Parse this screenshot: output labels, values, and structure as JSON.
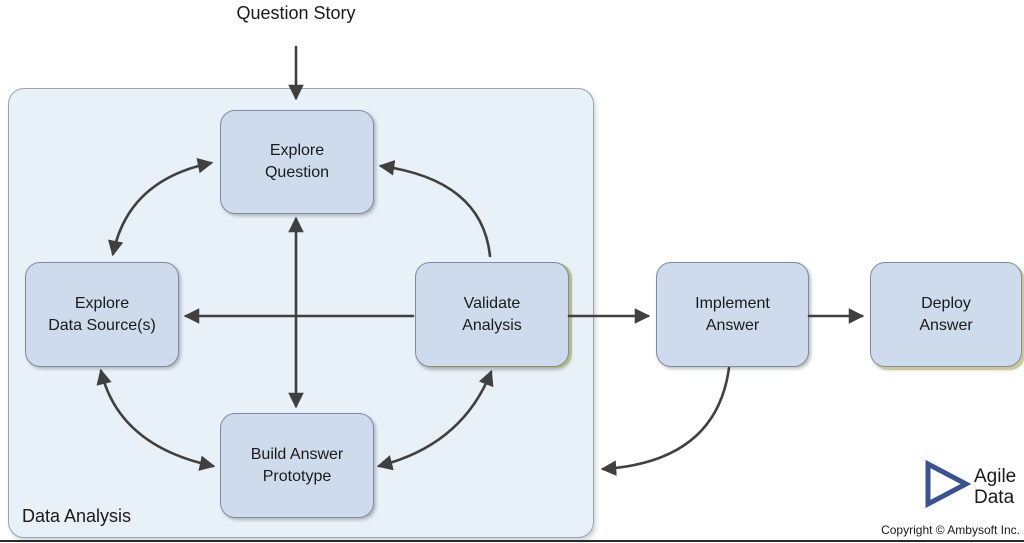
{
  "question_story": {
    "line1": "Question",
    "line2": "Story"
  },
  "container": {
    "label": "Data Analysis"
  },
  "nodes": {
    "explore_question": {
      "line1": "Explore",
      "line2": "Question"
    },
    "explore_data_sources": {
      "line1": "Explore",
      "line2": "Data Source(s)"
    },
    "validate_analysis": {
      "line1": "Validate",
      "line2": "Analysis"
    },
    "build_answer_prototype": {
      "line1": "Build Answer",
      "line2": "Prototype"
    },
    "implement_answer": {
      "line1": "Implement",
      "line2": "Answer"
    },
    "deploy_answer": {
      "line1": "Deploy",
      "line2": "Answer"
    }
  },
  "edges": [
    {
      "from": "question-story",
      "to": "explore-question",
      "bidirectional": false
    },
    {
      "from": "explore-data-sources",
      "to": "explore-question",
      "bidirectional": true
    },
    {
      "from": "validate-analysis",
      "to": "explore-question",
      "bidirectional": false
    },
    {
      "from": "explore-data-sources",
      "to": "build-answer-prototype",
      "bidirectional": true
    },
    {
      "from": "build-answer-prototype",
      "to": "validate-analysis",
      "bidirectional": true
    },
    {
      "from": "explore-question",
      "to": "build-answer-prototype",
      "bidirectional": true
    },
    {
      "from": "validate-analysis",
      "to": "explore-data-sources",
      "bidirectional": false
    },
    {
      "from": "validate-analysis",
      "to": "implement-answer",
      "bidirectional": false
    },
    {
      "from": "implement-answer",
      "to": "deploy-answer",
      "bidirectional": false
    },
    {
      "from": "implement-answer",
      "to": "data-analysis-container",
      "bidirectional": false
    }
  ],
  "logo": {
    "icon": "play-triangle-outline",
    "line1": "Agile",
    "line2": "Data",
    "copyright": "Copyright © Ambysoft Inc."
  },
  "colors": {
    "node_fill": "#CDDBEC",
    "node_border": "#7E8C9E",
    "container_fill": "#E8F0F8",
    "container_border": "#9AA4AE",
    "arrow": "#404040",
    "highlight_edge": "#B4BA62",
    "logo_navy": "#3A5390",
    "text": "#1A1A1A"
  }
}
